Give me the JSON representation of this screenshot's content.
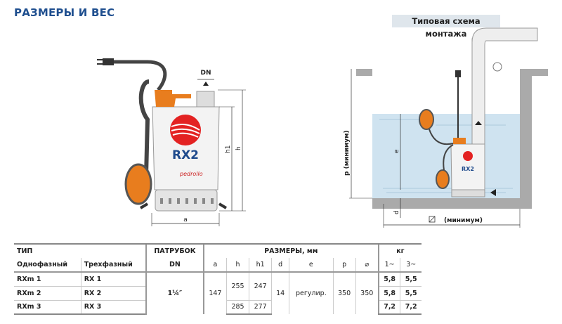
{
  "header": {
    "title": "РАЗМЕРЫ И ВЕС",
    "install_title": "Типовая схема монтажа"
  },
  "diagram_left": {
    "label_dn": "DN",
    "label_h1": "h1",
    "label_h": "h",
    "label_a": "a",
    "model": "RX2",
    "brand": "pedrollo"
  },
  "diagram_right": {
    "label_p": "p (минимум)",
    "label_e": "e",
    "label_d": "d",
    "label_width": "(минимум)",
    "model": "RX2"
  },
  "table": {
    "h_type": "ТИП",
    "h_inlet": "ПАТРУБОК",
    "h_dims": "РАЗМЕРЫ, мм",
    "h_kg": "кг",
    "h_single": "Однофазный",
    "h_three": "Трехфазный",
    "h_dn": "DN",
    "cols": [
      "a",
      "h",
      "h1",
      "d",
      "e",
      "p",
      "⌀",
      "1~",
      "3~"
    ],
    "rows": [
      {
        "single": "RXm 1",
        "three": "RX 1",
        "kg1": "5,8",
        "kg3": "5,5"
      },
      {
        "single": "RXm 2",
        "three": "RX 2",
        "kg1": "5,8",
        "kg3": "5,5"
      },
      {
        "single": "RXm 3",
        "three": "RX 3",
        "kg1": "7,2",
        "kg3": "7,2"
      }
    ],
    "dn": "1¼″",
    "a": "147",
    "h_12": "255",
    "h1_12": "247",
    "h_3": "285",
    "h1_3": "277",
    "d": "14",
    "e": "регулир.",
    "p": "350",
    "diag": "350"
  }
}
